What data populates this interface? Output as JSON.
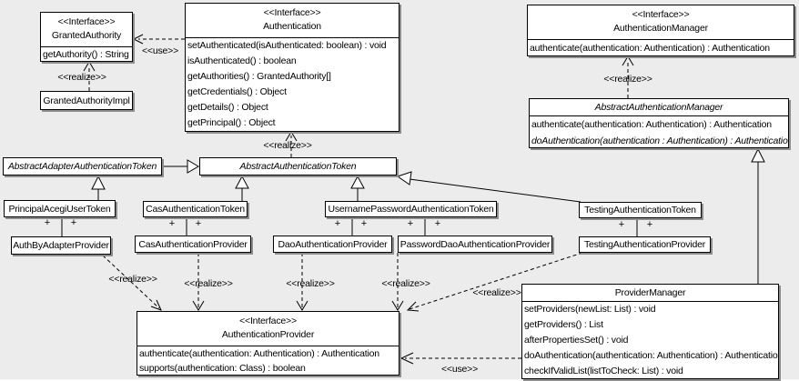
{
  "diagram": {
    "colors": {
      "background": "#ececec",
      "box_fill": "#ffffff",
      "line_color": "#000000",
      "shadow_color": "#8d8d8d"
    },
    "labels": {
      "use": "<<use>>",
      "realize": "<<realize>>",
      "plus": "+"
    },
    "classes": {
      "granted_authority": {
        "stereotype": "<<Interface>>",
        "name": "GrantedAuthority",
        "methods": [
          "getAuthority() : String"
        ]
      },
      "granted_authority_impl": {
        "name": "GrantedAuthorityImpl"
      },
      "authentication": {
        "stereotype": "<<Interface>>",
        "name": "Authentication",
        "methods": [
          "setAuthenticated(isAuthenticated: boolean) : void",
          "isAuthenticated() : boolean",
          "getAuthorities() : GrantedAuthority[]",
          "getCredentials() : Object",
          "getDetails() : Object",
          "getPrincipal() : Object"
        ]
      },
      "authentication_manager": {
        "stereotype": "<<Interface>>",
        "name": "AuthenticationManager",
        "methods": [
          "authenticate(authentication: Authentication) : Authentication"
        ]
      },
      "abstract_authentication_manager": {
        "name": "AbstractAuthenticationManager",
        "methods": [
          "authenticate(authentication: Authentication) : Authentication",
          "doAuthentication(authentication : Authentication) : Authentication"
        ]
      },
      "abstract_adapter_authentication_token": {
        "name": "AbstractAdapterAuthenticationToken"
      },
      "abstract_authentication_token": {
        "name": "AbstractAuthenticationToken"
      },
      "principal_acegi_user_token": {
        "name": "PrincipalAcegiUserToken"
      },
      "cas_authentication_token": {
        "name": "CasAuthenticationToken"
      },
      "username_password_authentication_token": {
        "name": "UsernamePasswordAuthenticationToken"
      },
      "testing_authentication_token": {
        "name": "TestingAuthenticationToken"
      },
      "auth_by_adapter_provider": {
        "name": "AuthByAdapterProvider"
      },
      "cas_authentication_provider": {
        "name": "CasAuthenticationProvider"
      },
      "dao_authentication_provider": {
        "name": "DaoAuthenticationProvider"
      },
      "password_dao_authentication_provider": {
        "name": "PasswordDaoAuthenticationProvider"
      },
      "testing_authentication_provider": {
        "name": "TestingAuthenticationProvider"
      },
      "authentication_provider": {
        "stereotype": "<<Interface>>",
        "name": "AuthenticationProvider",
        "methods": [
          "authenticate(authentication: Authentication) : Authentication",
          "supports(authentication: Class) : boolean"
        ]
      },
      "provider_manager": {
        "name": "ProviderManager",
        "methods": [
          "setProviders(newList: List) : void",
          "getProviders() : List",
          "afterPropertiesSet() : void",
          "doAuthentication(authentication: Authentication) : Authentication",
          "checkIfValidList(listToCheck: List) : void"
        ]
      }
    },
    "relationships": [
      {
        "type": "use",
        "from": "Authentication",
        "to": "GrantedAuthority"
      },
      {
        "type": "realize",
        "from": "GrantedAuthorityImpl",
        "to": "GrantedAuthority"
      },
      {
        "type": "realize",
        "from": "AbstractAuthenticationToken",
        "to": "Authentication"
      },
      {
        "type": "realize",
        "from": "AbstractAuthenticationManager",
        "to": "AuthenticationManager"
      },
      {
        "type": "generalize",
        "from": "AbstractAdapterAuthenticationToken",
        "to": "AbstractAuthenticationToken"
      },
      {
        "type": "generalize",
        "from": "PrincipalAcegiUserToken",
        "to": "AbstractAdapterAuthenticationToken"
      },
      {
        "type": "generalize",
        "from": "CasAuthenticationToken",
        "to": "AbstractAuthenticationToken"
      },
      {
        "type": "generalize",
        "from": "UsernamePasswordAuthenticationToken",
        "to": "AbstractAuthenticationToken"
      },
      {
        "type": "generalize",
        "from": "TestingAuthenticationToken",
        "to": "AbstractAuthenticationToken"
      },
      {
        "type": "generalize",
        "from": "ProviderManager",
        "to": "AbstractAuthenticationManager"
      },
      {
        "type": "association",
        "from": "PrincipalAcegiUserToken",
        "to": "AuthByAdapterProvider"
      },
      {
        "type": "association",
        "from": "CasAuthenticationToken",
        "to": "CasAuthenticationProvider"
      },
      {
        "type": "association",
        "from": "UsernamePasswordAuthenticationToken",
        "to": "DaoAuthenticationProvider"
      },
      {
        "type": "association",
        "from": "UsernamePasswordAuthenticationToken",
        "to": "PasswordDaoAuthenticationProvider"
      },
      {
        "type": "association",
        "from": "TestingAuthenticationToken",
        "to": "TestingAuthenticationProvider"
      },
      {
        "type": "realize",
        "from": "AuthByAdapterProvider",
        "to": "AuthenticationProvider"
      },
      {
        "type": "realize",
        "from": "CasAuthenticationProvider",
        "to": "AuthenticationProvider"
      },
      {
        "type": "realize",
        "from": "DaoAuthenticationProvider",
        "to": "AuthenticationProvider"
      },
      {
        "type": "realize",
        "from": "PasswordDaoAuthenticationProvider",
        "to": "AuthenticationProvider"
      },
      {
        "type": "realize",
        "from": "TestingAuthenticationProvider",
        "to": "AuthenticationProvider"
      },
      {
        "type": "use",
        "from": "ProviderManager",
        "to": "AuthenticationProvider"
      }
    ]
  }
}
